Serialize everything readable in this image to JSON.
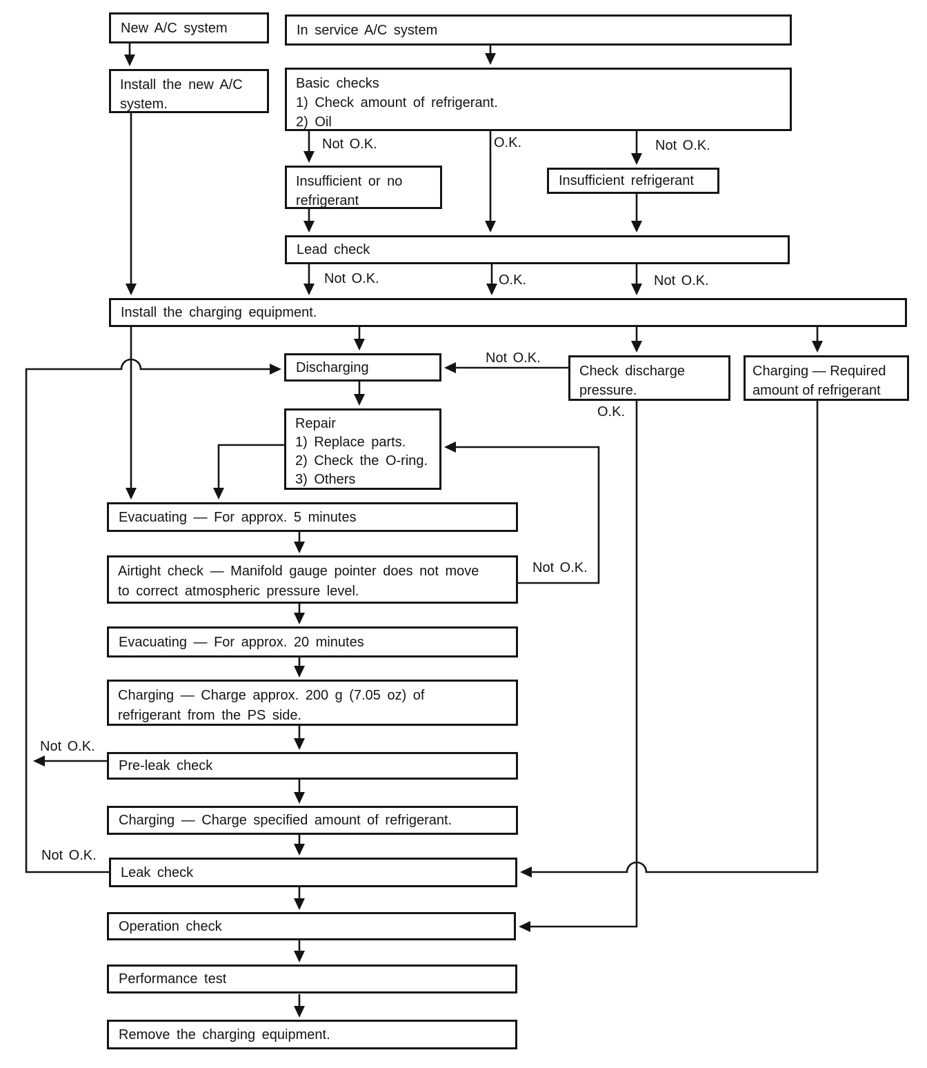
{
  "colors": {
    "ink": "#141414",
    "paper": "#ffffff"
  },
  "nodes": {
    "new_ac_system": {
      "label": "New A/C system"
    },
    "in_service": {
      "label": "In service A/C system"
    },
    "install_new": {
      "lines": [
        "Install the new A/C",
        "system."
      ]
    },
    "basic_checks": {
      "lines": [
        "Basic checks",
        "1) Check amount of refrigerant.",
        "2) Oil"
      ]
    },
    "insufficient_no": {
      "lines": [
        "Insufficient or no",
        "refrigerant"
      ]
    },
    "insufficient_ref": {
      "label": "Insufficient refrigerant"
    },
    "lead_check": {
      "label": "Lead check"
    },
    "install_charging": {
      "label": "Install the charging equipment."
    },
    "discharging": {
      "label": "Discharging"
    },
    "check_discharge": {
      "lines": [
        "Check discharge",
        "pressure."
      ]
    },
    "charging_required": {
      "lines": [
        "Charging — Required",
        "amount of refrigerant"
      ]
    },
    "repair": {
      "lines": [
        "Repair",
        "1) Replace parts.",
        "2) Check the O-ring.",
        "3) Others"
      ]
    },
    "evacuating_5": {
      "label": "Evacuating — For approx. 5 minutes"
    },
    "airtight": {
      "lines": [
        "Airtight check — Manifold gauge pointer does not move",
        "to correct atmospheric pressure level."
      ]
    },
    "evacuating_20": {
      "label": "Evacuating — For approx. 20 minutes"
    },
    "charging_200": {
      "lines": [
        "Charging — Charge approx. 200 g (7.05 oz) of",
        "refrigerant from the PS side."
      ]
    },
    "pre_leak": {
      "label": "Pre-leak check"
    },
    "charging_specified": {
      "label": "Charging — Charge specified amount of refrigerant."
    },
    "leak_check": {
      "label": "Leak check"
    },
    "operation_check": {
      "label": "Operation check"
    },
    "performance_test": {
      "label": "Performance test"
    },
    "remove_charging": {
      "label": "Remove the charging equipment."
    }
  },
  "labels": {
    "basic_not_ok_left": "Not O.K.",
    "basic_ok": "O.K.",
    "basic_not_ok_right": "Not O.K.",
    "lead_not_ok_left": "Not O.K.",
    "lead_ok": "O.K.",
    "lead_not_ok_right": "Not O.K.",
    "discharge_not_ok": "Not O.K.",
    "discharge_ok": "O.K.",
    "airtight_not_ok": "Not O.K.",
    "pre_leak_not_ok": "Not O.K.",
    "leak_not_ok": "Not O.K."
  }
}
